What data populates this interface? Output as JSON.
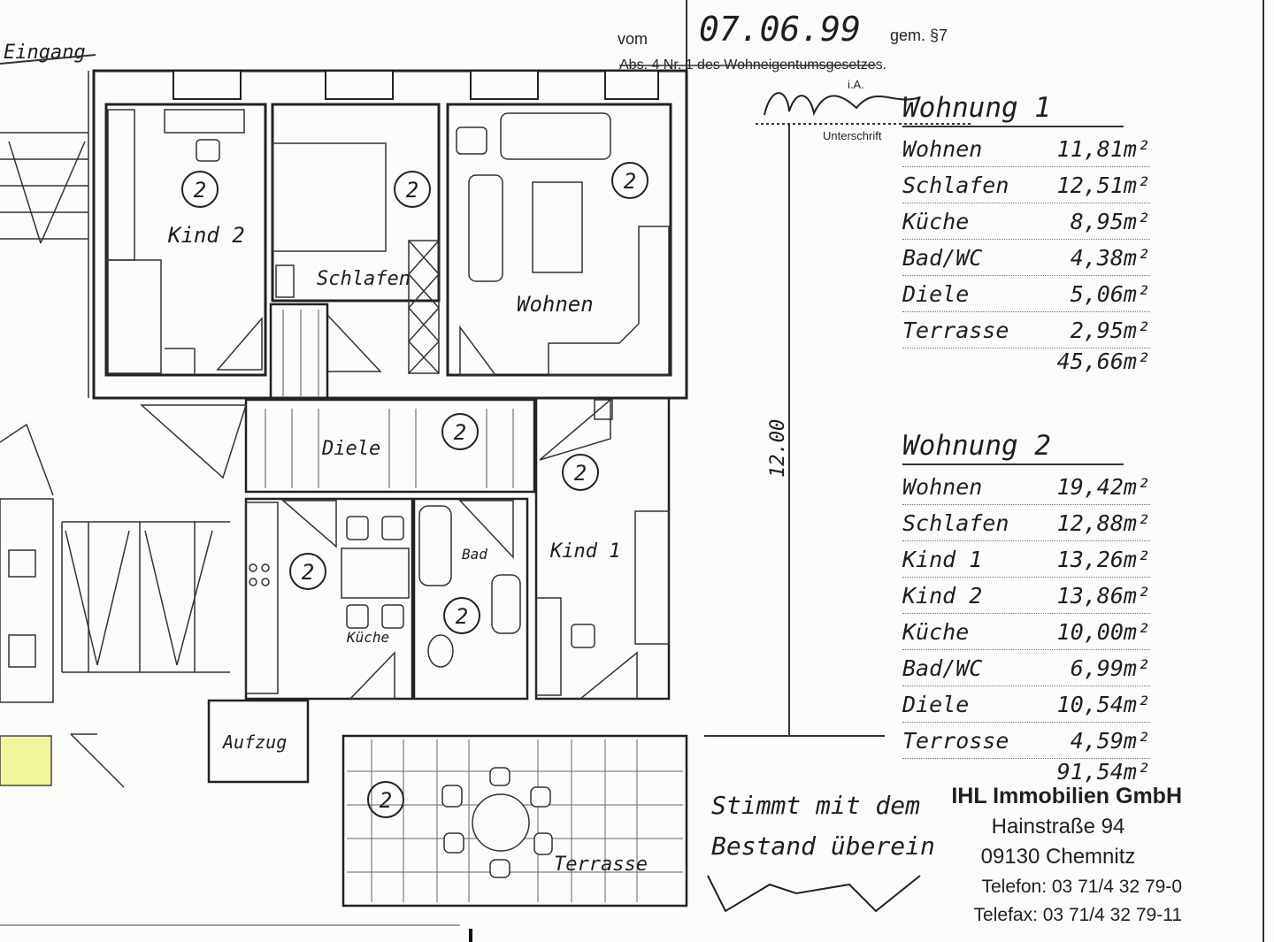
{
  "header": {
    "vom": "vom",
    "date": "07.06.99",
    "paragraph": "gem. §7",
    "law": "Abs. 4 Nr. 1 des Wohneigentumsgesetzes.",
    "ia": "i.A.",
    "signature_caption": "Unterschrift"
  },
  "plan": {
    "entrance": "Eingang",
    "rooms": {
      "kind2": "Kind 2",
      "schlafen": "Schlafen",
      "wohnen": "Wohnen",
      "diele": "Diele",
      "kind1": "Kind 1",
      "bad": "Bad",
      "kueche": "Küche",
      "aufzug": "Aufzug",
      "terrasse": "Terrasse"
    },
    "unit_marker": "2",
    "dimension": "12.00",
    "note_line1": "Stimmt mit dem",
    "note_line2": "Bestand überein"
  },
  "wohnung1": {
    "title": "Wohnung 1",
    "rows": [
      {
        "label": "Wohnen",
        "area": "11,81m²"
      },
      {
        "label": "Schlafen",
        "area": "12,51m²"
      },
      {
        "label": "Küche",
        "area": "8,95m²"
      },
      {
        "label": "Bad/WC",
        "area": "4,38m²"
      },
      {
        "label": "Diele",
        "area": "5,06m²"
      },
      {
        "label": "Terrasse",
        "area": "2,95m²"
      }
    ],
    "total": "45,66m²"
  },
  "wohnung2": {
    "title": "Wohnung 2",
    "rows": [
      {
        "label": "Wohnen",
        "area": "19,42m²"
      },
      {
        "label": "Schlafen",
        "area": "12,88m²"
      },
      {
        "label": "Kind 1",
        "area": "13,26m²"
      },
      {
        "label": "Kind 2",
        "area": "13,86m²"
      },
      {
        "label": "Küche",
        "area": "10,00m²"
      },
      {
        "label": "Bad/WC",
        "area": "6,99m²"
      },
      {
        "label": "Diele",
        "area": "10,54m²"
      },
      {
        "label": "Terrosse",
        "area": "4,59m²"
      }
    ],
    "total": "91,54m²"
  },
  "company": {
    "name": "IHL Immobilien GmbH",
    "street": "Hainstraße 94",
    "city": "09130 Chemnitz",
    "phone": "Telefon: 03 71/4 32 79-0",
    "fax": "Telefax: 03 71/4 32 79-11"
  },
  "colors": {
    "ink": "#1e1e1e",
    "highlight": "#f3f59a",
    "paper": "#fbfbfa"
  }
}
